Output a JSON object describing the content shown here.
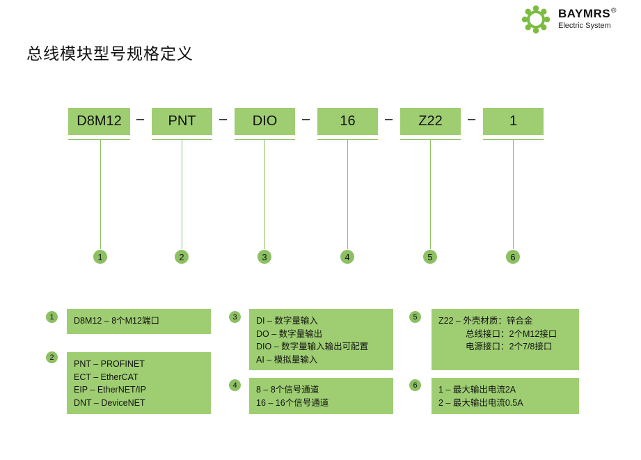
{
  "title": "总线模块型号规格定义",
  "logo": {
    "brand": "BAYMRS",
    "reg": "®",
    "tagline": "Electric System",
    "icon": "gear-ring-icon",
    "color": "#7cbc42"
  },
  "colors": {
    "accent": "#9fce72",
    "line": "#8dc063"
  },
  "segments": [
    "D8M12",
    "PNT",
    "DIO",
    "16",
    "Z22",
    "1"
  ],
  "separators": [
    "–",
    "–",
    "–",
    "–",
    "–"
  ],
  "markers": [
    "1",
    "2",
    "3",
    "4",
    "5",
    "6"
  ],
  "boxes": {
    "b1": {
      "num": "1",
      "lines": [
        "D8M12 – 8个M12端口"
      ]
    },
    "b2": {
      "num": "2",
      "lines": [
        "PNT – PROFINET",
        "ECT – EtherCAT",
        "EIP – EtherNET/IP",
        "DNT – DeviceNET"
      ]
    },
    "b3": {
      "num": "3",
      "lines": [
        "DI – 数字量输入",
        "DO – 数字量输出",
        "DIO – 数字量输入输出可配置",
        "AI – 模拟量输入"
      ]
    },
    "b4": {
      "num": "4",
      "lines": [
        "8 – 8个信号通道",
        "16 – 16个信号通道"
      ]
    },
    "b5": {
      "num": "5",
      "lines": [
        "Z22 – 外壳材质：锌合金",
        "总线接口：2个M12接口",
        "电源接口：2个7/8接口"
      ]
    },
    "b6": {
      "num": "6",
      "lines": [
        "1 – 最大输出电流2A",
        "2 – 最大输出电流0.5A"
      ]
    }
  }
}
